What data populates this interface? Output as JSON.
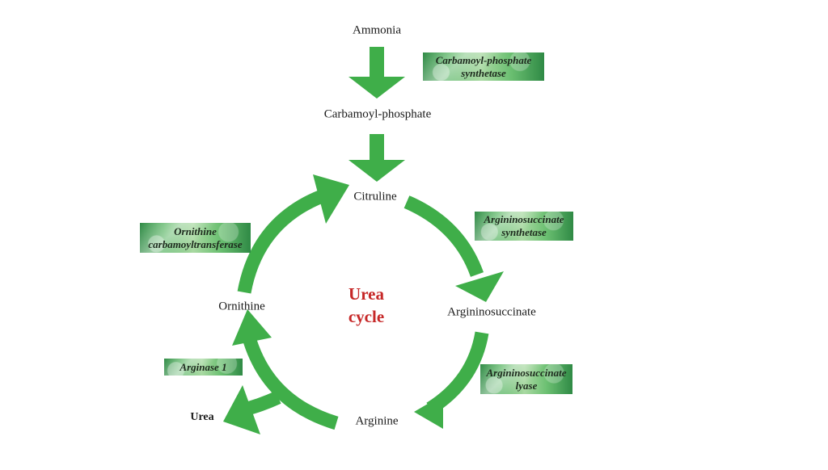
{
  "nodes": {
    "ammonia": "Ammonia",
    "carbamoyl_phosphate": "Carbamoyl-phosphate",
    "citruline": "Citruline",
    "argininosuccinate": "Argininosuccinate",
    "arginine": "Arginine",
    "ornithine": "Ornithine",
    "urea": "Urea"
  },
  "center": {
    "line1": "Urea",
    "line2": "cycle"
  },
  "enzymes": {
    "cps_line1": "Carbamoyl-phosphate",
    "cps_line2": "synthetase",
    "ass_line1": "Argininosuccinate",
    "ass_line2": "synthetase",
    "asl_line1": "Argininosuccinate",
    "asl_line2": "lyase",
    "arg_line1": "Arginase 1",
    "otc_line1": "Ornithine",
    "otc_line2": "carbamoyltransferase"
  },
  "colors": {
    "arrow": "#3fae49",
    "center_title": "#c62828"
  }
}
